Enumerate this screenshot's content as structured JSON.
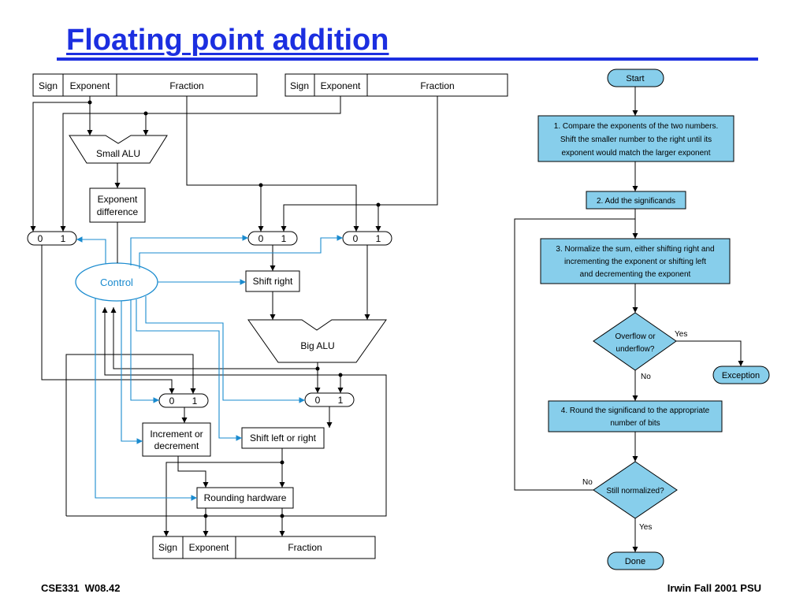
{
  "title": "Floating point addition",
  "footer": {
    "left": "CSE331  W08.42",
    "right": "Irwin Fall 2001 PSU"
  },
  "colors": {
    "title": "#1c2fe0",
    "control_line": "#1a8bcf",
    "flow_box_fill": "#87ceeb"
  },
  "hardware": {
    "input_a": {
      "sign": "Sign",
      "exponent": "Exponent",
      "fraction": "Fraction"
    },
    "input_b": {
      "sign": "Sign",
      "exponent": "Exponent",
      "fraction": "Fraction"
    },
    "output": {
      "sign": "Sign",
      "exponent": "Exponent",
      "fraction": "Fraction"
    },
    "small_alu": "Small ALU",
    "exponent_difference": [
      "Exponent",
      "difference"
    ],
    "control": "Control",
    "shift_right": "Shift right",
    "big_alu": "Big ALU",
    "increment_decrement": [
      "Increment or",
      "decrement"
    ],
    "shift_left_right": "Shift left or right",
    "rounding": "Rounding hardware",
    "mux_labels": [
      "0",
      "1"
    ]
  },
  "flowchart": {
    "start": "Start",
    "step1": [
      "1.  Compare the exponents of the two numbers.",
      "Shift the smaller number to the right until its",
      "exponent would match the larger exponent"
    ],
    "step2": "2. Add the significands",
    "step3": [
      "3. Normalize the sum, either shifting right and",
      "incrementing the exponent or shifting left",
      "and decrementing the exponent"
    ],
    "decision1": [
      "Overflow or",
      "underflow?"
    ],
    "decision1_yes": "Yes",
    "decision1_no": "No",
    "exception": "Exception",
    "step4": [
      "4. Round the significand to the appropriate",
      "number of bits"
    ],
    "decision2": "Still normalized?",
    "decision2_no": "No",
    "decision2_yes": "Yes",
    "done": "Done"
  }
}
